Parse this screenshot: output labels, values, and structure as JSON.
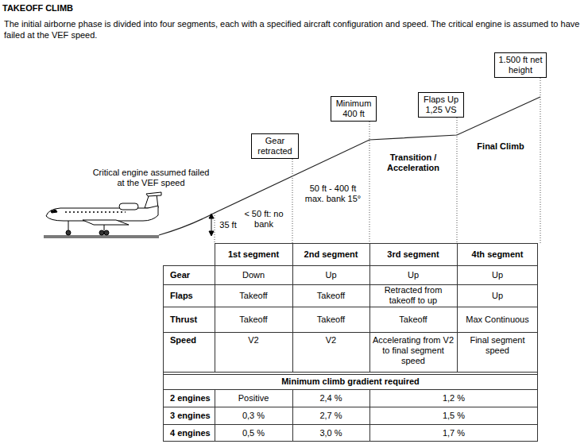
{
  "diagram": {
    "title": "TAKEOFF CLIMB",
    "nodes": [
      {
        "text": [
          "Gear retracted"
        ]
      },
      {
        "text": [
          "Minimum 400 ft"
        ]
      },
      {
        "text": [
          "Flaps Up 1,25 VS"
        ]
      },
      {
        "text": [
          "1.500 ft net height"
        ]
      }
    ],
    "labels": [
      "The initial airborne phase is divided into four segments, each with a specified aircraft configuration and speed. The critical engine is assumed to have failed at the VEF speed.",
      "Critical engine assumed failed at the VEF speed",
      "35 ft",
      "< 50 ft: no bank",
      "50 ft - 400 ft max. bank 15°",
      "Transition / Acceleration",
      "Final Climb",
      "1st segment",
      "2nd segment",
      "3rd segment",
      "4th segment",
      "Gear",
      "Down",
      "Up",
      "Up",
      "Up",
      "Flaps",
      "Takeoff",
      "Takeoff",
      "Retracted from takeoff to up",
      "Up",
      "Thrust",
      "Takeoff",
      "Takeoff",
      "Takeoff",
      "Max Continuous",
      "Speed",
      "V2",
      "V2",
      "Accelerating from V2 to final segment speed",
      "Final segment speed",
      "Minimum climb gradient required",
      "2 engines",
      "Positive",
      "2,4 %",
      "1,2 %",
      "3 engines",
      "0,3 %",
      "2,7 %",
      "1,5 %",
      "4 engines",
      "0,5 %",
      "3,0 %",
      "1,7 %"
    ]
  }
}
